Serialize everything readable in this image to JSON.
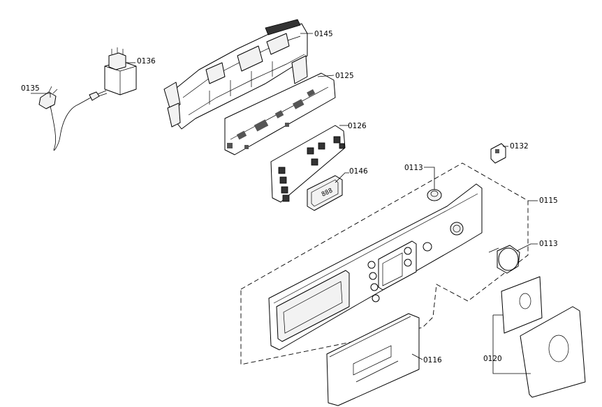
{
  "labels": {
    "p0145": "0145",
    "p0136": "0136",
    "p0135": "0135",
    "p0125": "0125",
    "p0126": "0126",
    "p0146": "0146",
    "p0132": "0132",
    "p0113a": "0113",
    "p0115": "0115",
    "p0113b": "0113",
    "p0116": "0116",
    "p0120": "0120"
  },
  "display_text": "888"
}
